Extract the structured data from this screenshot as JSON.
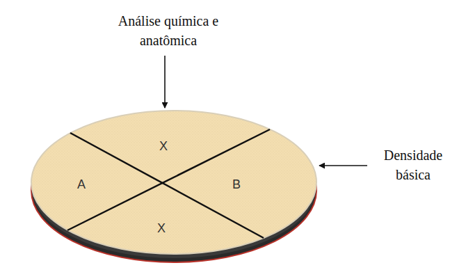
{
  "diagram": {
    "labels": [
      "Análise química e anatômica",
      "X",
      "A",
      "B",
      "Densidade básica",
      "X"
    ]
  }
}
